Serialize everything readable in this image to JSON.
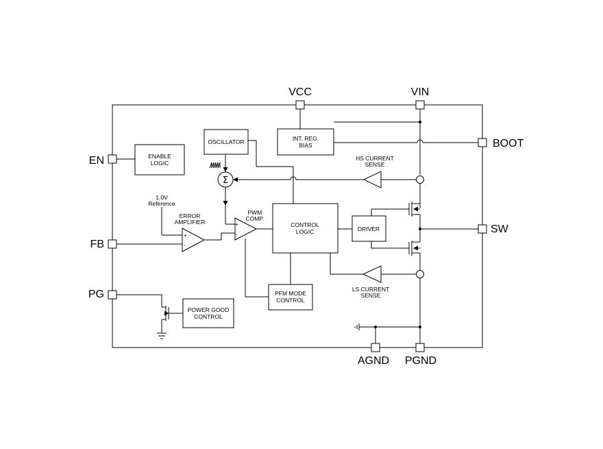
{
  "pins": {
    "vcc": "VCC",
    "vin": "VIN",
    "boot": "BOOT",
    "en": "EN",
    "fb": "FB",
    "pg": "PG",
    "sw": "SW",
    "agnd": "AGND",
    "pgnd": "PGND"
  },
  "blocks": {
    "enable_logic": [
      "ENABLE",
      "LOGIC"
    ],
    "oscillator": "OSCILLATOR",
    "int_reg_bias": [
      "INT. REG.",
      "BIAS"
    ],
    "control_logic": [
      "CONTROL",
      "LOGIC"
    ],
    "driver": "DRIVER",
    "pfm_mode_control": [
      "PFM MODE",
      "CONTROL"
    ],
    "power_good_control": [
      "POWER GOOD",
      "CONTROL"
    ]
  },
  "labels": {
    "hs_current_sense": [
      "HS CURRENT",
      "SENSE"
    ],
    "ls_current_sense": [
      "LS CURRENT",
      "SENSE"
    ],
    "reference": [
      "1.0V",
      "Reference"
    ],
    "error_amplifier": [
      "ERROR",
      "AMPLIFIER"
    ],
    "pwm_comp": [
      "PWM",
      "COMP."
    ],
    "summer_symbol": "Σ",
    "plus": "+",
    "minus": "-"
  }
}
